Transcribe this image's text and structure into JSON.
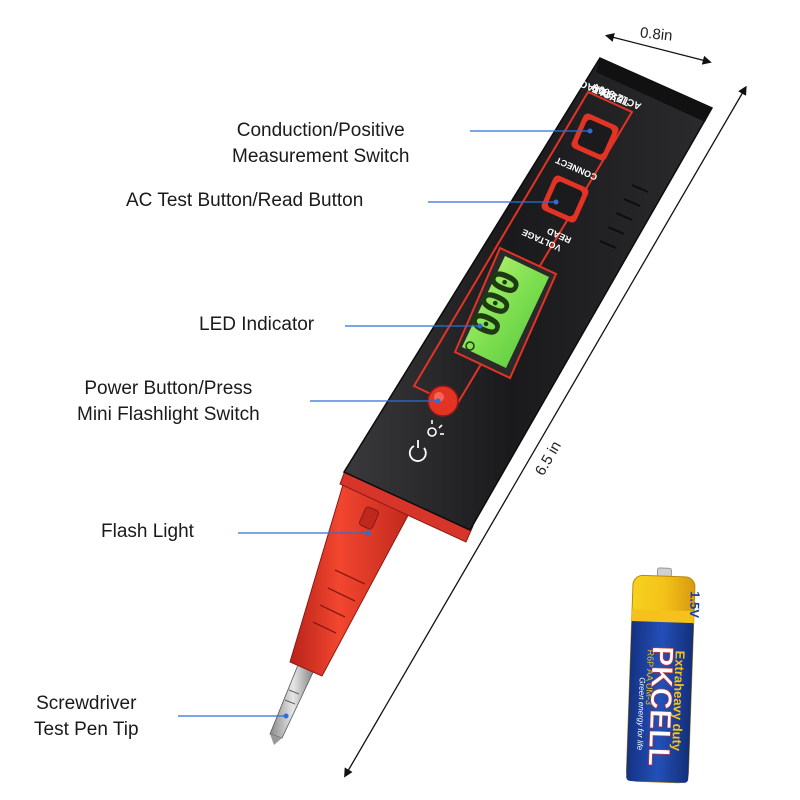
{
  "callouts": {
    "conduction": {
      "line1": "Conduction/Positive",
      "line2": "Measurement Switch"
    },
    "ac_test": {
      "line1": "AC Test Button/Read Button"
    },
    "led": {
      "line1": "LED Indicator"
    },
    "power": {
      "line1": "Power Button/Press",
      "line2": "Mini Flashlight Switch"
    },
    "flash": {
      "line1": "Flash Light"
    },
    "tip": {
      "line1": "Screwdriver",
      "line2": "Test Pen Tip"
    }
  },
  "dimensions": {
    "width": "0.8in",
    "length": "6.5 in"
  },
  "device": {
    "range_label_1": "AC12-300V",
    "range_label_2": "TESTER",
    "range_label_3": "VOLTAGE",
    "connect_label": "CONNECT",
    "read_label_1": "READ",
    "read_label_2": "VOLTAGE",
    "display_digits": "000"
  },
  "battery": {
    "brand": "PKCELL",
    "type": "Extraheavy duty",
    "voltage": "1.5V",
    "model": "R6P AA UM-3",
    "slogan": "Green energy for life"
  },
  "colors": {
    "body": "#1f1f21",
    "accent_red": "#e33325",
    "callout_line": "#2c6fd6",
    "lcd_green": "#7fe050",
    "battery_blue": "#1d3f9e",
    "battery_yellow": "#f4c21a"
  }
}
